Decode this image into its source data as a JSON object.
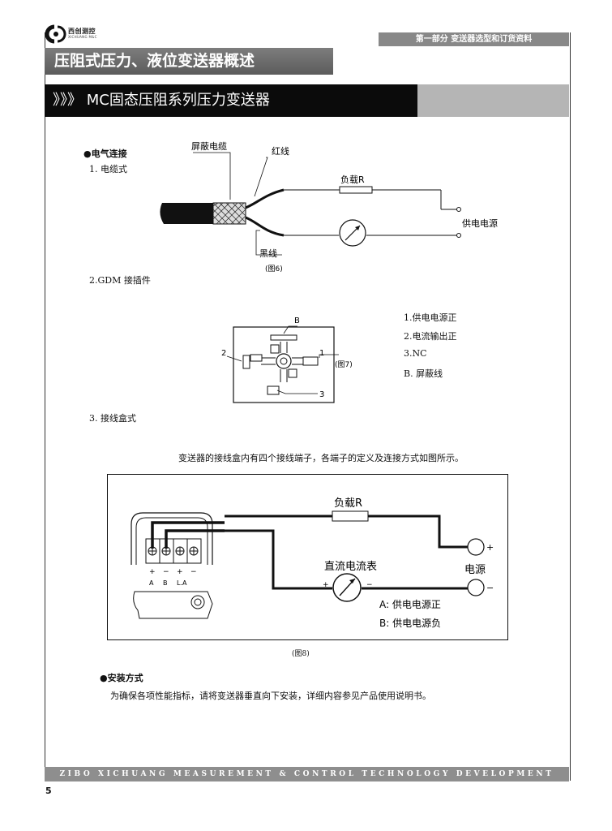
{
  "header": {
    "logo_text": "西创测控",
    "logo_sub": "XICHUANG M&C",
    "part_label": "第一部分 变送器选型和订货资料"
  },
  "section": {
    "title": "压阻式压力、液位变送器概述"
  },
  "product": {
    "title": "》》》 MC固态压阻系列压力变送器"
  },
  "wiring": {
    "heading": "●电气连接",
    "item1": "1. 电缆式",
    "fig6": {
      "shield_cable": "屏蔽电缆",
      "red_wire": "红线",
      "black_wire": "黑线",
      "load": "负载R",
      "power": "供电电源",
      "caption": "(图6)"
    },
    "item2": "2.GDM 接插件",
    "fig7": {
      "caption": "(图7)",
      "pins": [
        "B",
        "1",
        "2",
        "3"
      ],
      "legend": [
        "1.供电电源正",
        "2.电流输出正",
        "3.NC",
        "B. 屏蔽线"
      ]
    },
    "item3": "3. 接线盒式",
    "box_desc": "变送器的接线盒内有四个接线端子，各端子的定义及连接方式如图所示。",
    "fig8": {
      "load": "负载R",
      "meter": "直流电流表",
      "power": "电源",
      "plus": "+",
      "minus": "−",
      "meter_plus": "+",
      "meter_minus": "−",
      "terminal_marks": [
        "+",
        "−",
        "+",
        "−"
      ],
      "terminal_labels": [
        "A",
        "B",
        "L.A",
        ""
      ],
      "legend_a": "A: 供电电源正",
      "legend_b": "B: 供电电源负",
      "caption": "(图8)"
    }
  },
  "install": {
    "heading": "●安装方式",
    "text": "为确保各项性能指标，请将变送器垂直向下安装，详细内容参见产品使用说明书。"
  },
  "footer": {
    "company": "ZIBO XICHUANG MEASUREMENT & CONTROL TECHNOLOGY DEVELOPMENT CO., LTD",
    "page_number": "5"
  }
}
